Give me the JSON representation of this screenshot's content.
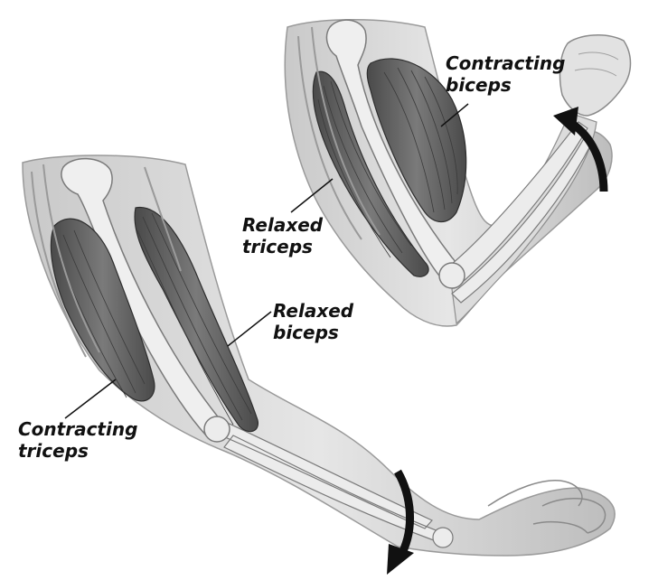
{
  "labels": {
    "contracting_biceps": {
      "line1": "Contracting",
      "line2": "biceps"
    },
    "relaxed_triceps": {
      "line1": "Relaxed",
      "line2": "triceps"
    },
    "relaxed_biceps": {
      "line1": "Relaxed",
      "line2": "biceps"
    },
    "contracting_triceps": {
      "line1": "Contracting",
      "line2": "triceps"
    }
  },
  "colors": {
    "skin": "#d9d9d9",
    "skin_shadow": "#b8b8b8",
    "bone": "#eeeeee",
    "bone_outline": "#7a7a7a",
    "muscle": "#5e5e5e",
    "muscle_fiber": "#3a3a3a",
    "arrow": "#111111",
    "label_text": "#111111"
  },
  "icons": [
    "flexed-arm-illustration",
    "extended-arm-illustration",
    "upward-curved-arrow-icon",
    "downward-curved-arrow-icon"
  ]
}
